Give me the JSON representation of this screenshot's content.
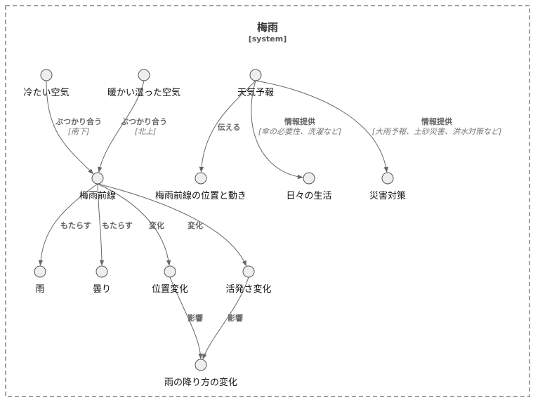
{
  "boundary": {
    "title": "梅雨",
    "subtitle": "[system]"
  },
  "nodes": [
    {
      "id": "cold_air",
      "label": "冷たい空気"
    },
    {
      "id": "warm_air",
      "label": "暖かい湿った空気"
    },
    {
      "id": "forecast",
      "label": "天気予報"
    },
    {
      "id": "front",
      "label": "梅雨前線"
    },
    {
      "id": "front_pos",
      "label": "梅雨前線の位置と動き"
    },
    {
      "id": "daily",
      "label": "日々の生活"
    },
    {
      "id": "disaster",
      "label": "災害対策"
    },
    {
      "id": "rain",
      "label": "雨"
    },
    {
      "id": "cloudy",
      "label": "曇り"
    },
    {
      "id": "pos_change",
      "label": "位置変化"
    },
    {
      "id": "activity_change",
      "label": "活発さ変化"
    },
    {
      "id": "rain_change",
      "label": "雨の降り方の変化"
    }
  ],
  "edges": [
    {
      "from": "cold_air",
      "to": "front",
      "label": "ぶつかり合う",
      "tech": "[南下]"
    },
    {
      "from": "warm_air",
      "to": "front",
      "label": "ぶつかり合う",
      "tech": "[北上]"
    },
    {
      "from": "forecast",
      "to": "front_pos",
      "label": "伝える",
      "tech": ""
    },
    {
      "from": "forecast",
      "to": "daily",
      "label": "情報提供",
      "tech": "[傘の必要性、洗濯など]"
    },
    {
      "from": "forecast",
      "to": "disaster",
      "label": "情報提供",
      "tech": "[大雨予報、土砂災害、洪水対策など]"
    },
    {
      "from": "front",
      "to": "rain",
      "label": "もたらす",
      "tech": ""
    },
    {
      "from": "front",
      "to": "cloudy",
      "label": "もたらす",
      "tech": ""
    },
    {
      "from": "front",
      "to": "pos_change",
      "label": "変化",
      "tech": ""
    },
    {
      "from": "front",
      "to": "activity_change",
      "label": "変化",
      "tech": ""
    },
    {
      "from": "pos_change",
      "to": "rain_change",
      "label": "影響",
      "tech": ""
    },
    {
      "from": "activity_change",
      "to": "rain_change",
      "label": "影響",
      "tech": ""
    }
  ]
}
